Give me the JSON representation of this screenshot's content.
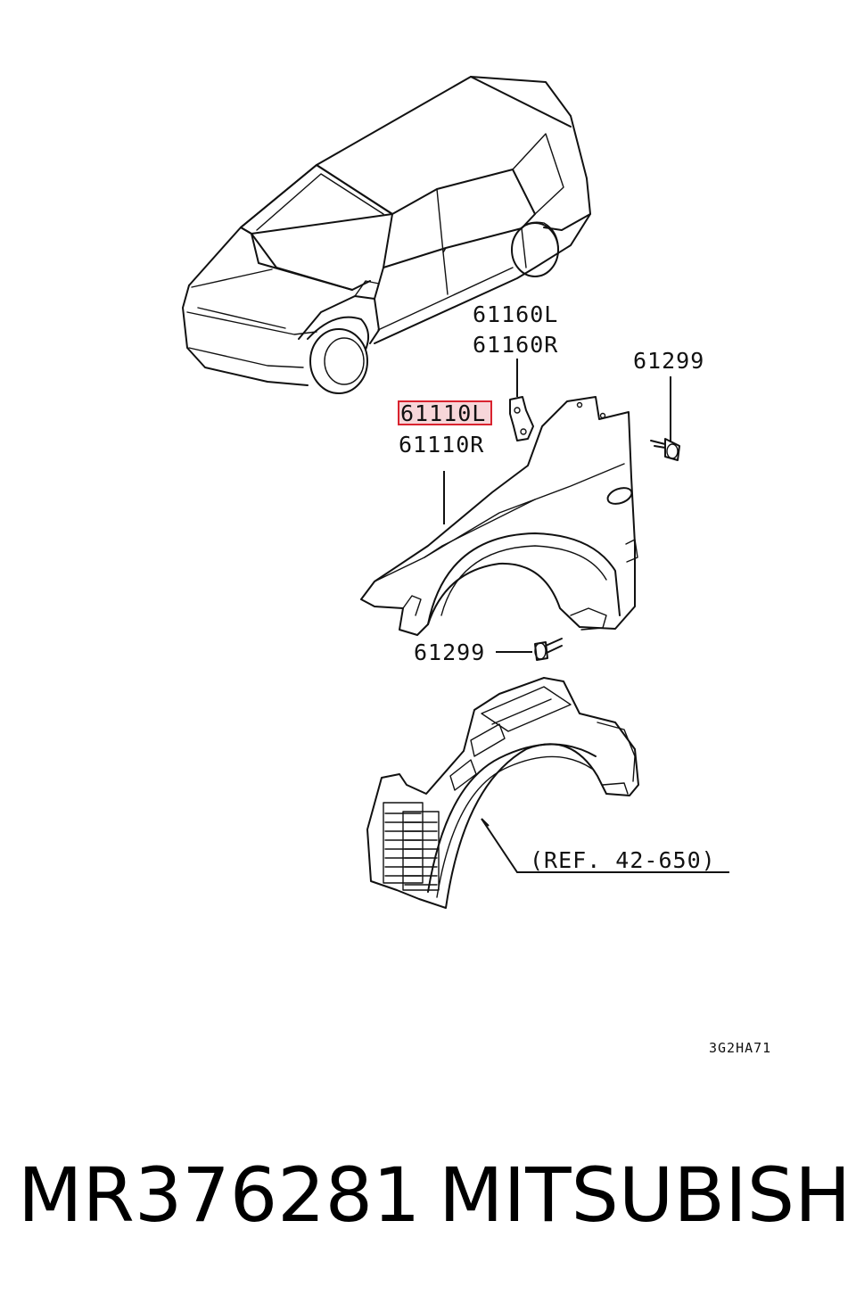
{
  "diagram": {
    "callouts": {
      "bracket_left": "61160L",
      "bracket_right": "61160R",
      "fender_left": "61110L",
      "fender_right": "61110R",
      "screw_upper": "61299",
      "screw_lower": "61299",
      "liner_ref": "(REF. 42-650)"
    },
    "drawing_code": "3G2HA71",
    "highlight_color": "#d9232f"
  },
  "footer": {
    "part_number": "MR376281",
    "brand": "MITSUBISHI"
  }
}
